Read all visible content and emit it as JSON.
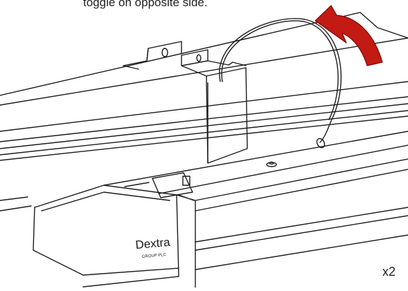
{
  "instruction": {
    "caption_visible": "toggle on opposite side."
  },
  "base_logo": {
    "brand": "Dextra",
    "sub": "GROUP PLC"
  },
  "quantity": "x2",
  "colors": {
    "line": "#1a1a1a",
    "arrow_fill": "#c41a14",
    "arrow_stroke": "#7a0a07",
    "background": "#ffffff"
  },
  "icons": [
    "rotate-arrow-icon"
  ]
}
